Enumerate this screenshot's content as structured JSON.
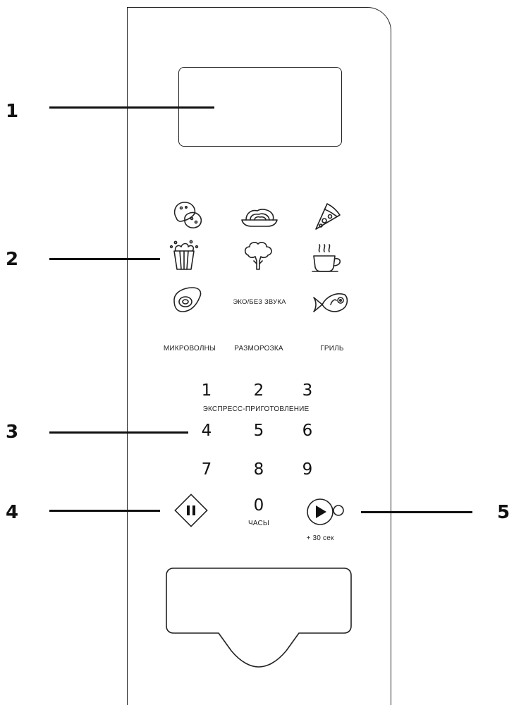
{
  "callouts": [
    {
      "number": "1"
    },
    {
      "number": "2"
    },
    {
      "number": "3"
    },
    {
      "number": "4"
    },
    {
      "number": "5"
    }
  ],
  "labels": {
    "eco_mute": "ЭКО/БЕЗ ЗВУКА",
    "microwave": "МИКРОВОЛНЫ",
    "defrost": "РАЗМОРОЗКА",
    "grill": "ГРИЛЬ",
    "express_cooking": "ЭКСПРЕСС-ПРИГОТОВЛЕНИЕ",
    "clock": "ЧАСЫ",
    "plus_30": "+ 30 сек"
  },
  "keypad": [
    "1",
    "2",
    "3",
    "4",
    "5",
    "6",
    "7",
    "8",
    "9",
    "0"
  ],
  "icons": [
    "potato-icon",
    "pasta-icon",
    "pizza-icon",
    "popcorn-icon",
    "broccoli-icon",
    "coffee-cup-icon",
    "meat-steak-icon",
    "fish-icon",
    "pause-stop-icon",
    "start-play-icon"
  ]
}
